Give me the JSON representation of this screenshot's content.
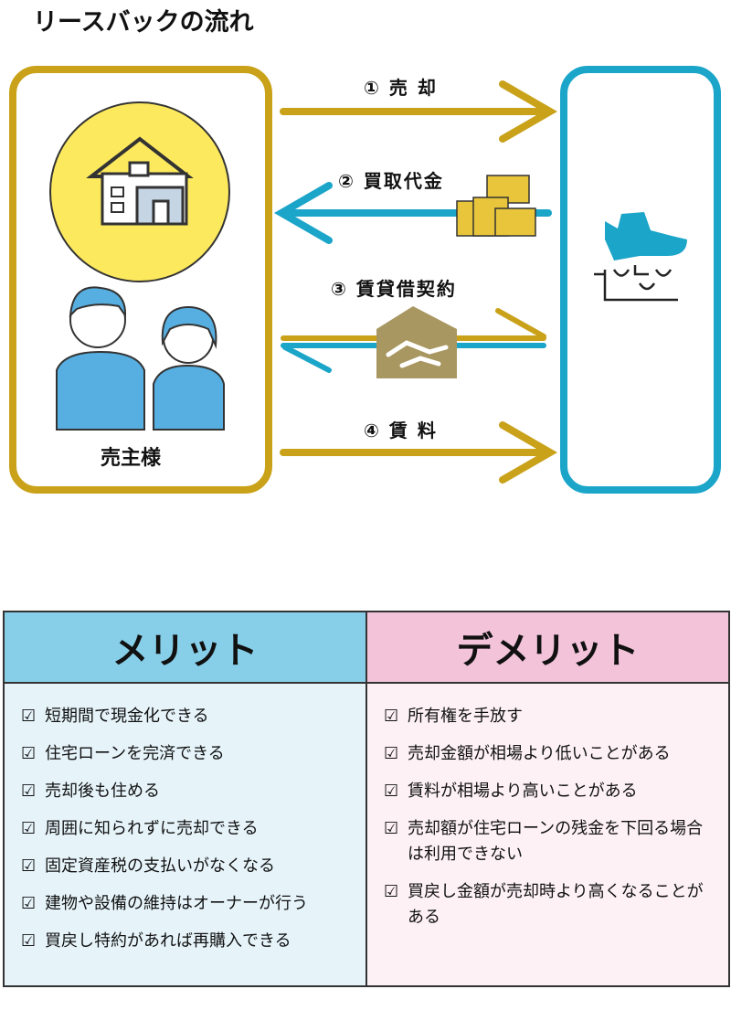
{
  "title": "リースバックの流れ",
  "seller_label": "売主様",
  "steps": [
    {
      "label": "① 売 却"
    },
    {
      "label": "② 買取代金"
    },
    {
      "label": "③ 賃貸借契約"
    },
    {
      "label": "④ 賃 料"
    }
  ],
  "colors": {
    "gold": "#c9a21a",
    "blue": "#1ba5c9",
    "yellow": "#fde95e",
    "merit_head": "#87cfe8",
    "demerit_head": "#f2c3d9",
    "merit_body": "#e6f4fa",
    "demerit_body": "#fdf1f6"
  },
  "merit": {
    "heading": "メリット",
    "check": "☑",
    "items": [
      "短期間で現金化できる",
      "住宅ローンを完済できる",
      "売却後も住める",
      "周囲に知られずに売却できる",
      "固定資産税の支払いがなくなる",
      "建物や設備の維持はオーナーが行う",
      "買戻し特約があれば再購入できる"
    ]
  },
  "demerit": {
    "heading": "デメリット",
    "check": "☑",
    "items": [
      "所有権を手放す",
      "売却金額が相場より低いことがある",
      "賃料が相場より高いことがある",
      "売却額が住宅ローンの残金を下回る場合は利用できない",
      "買戻し金額が売却時より高くなることがある"
    ]
  }
}
